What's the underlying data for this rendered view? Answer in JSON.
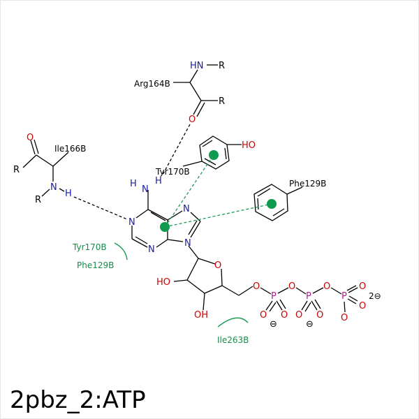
{
  "title": "2pbz_2:ATP",
  "residues": {
    "arg164": "Arg164B",
    "ile166": "Ile166B",
    "tyr170": "Tyr170B",
    "phe129": "Phe129B"
  },
  "hydrophobic": {
    "tyr170": "Tyr170B",
    "phe129": "Phe129B",
    "ile263": "Ile263B"
  },
  "atoms": {
    "hn": "HN",
    "r": "R",
    "o": "O",
    "n": "N",
    "h": "H",
    "ho": "HO",
    "oh": "OH",
    "p": "P",
    "minus": "⊖",
    "charge": "2⊖"
  },
  "colors": {
    "nitrogen": "#1a1aa6",
    "oxygen": "#cc0000",
    "phosphorus": "#b0228c",
    "interaction": "#1a9a55",
    "aromatic_center": "#0f9a4e"
  }
}
